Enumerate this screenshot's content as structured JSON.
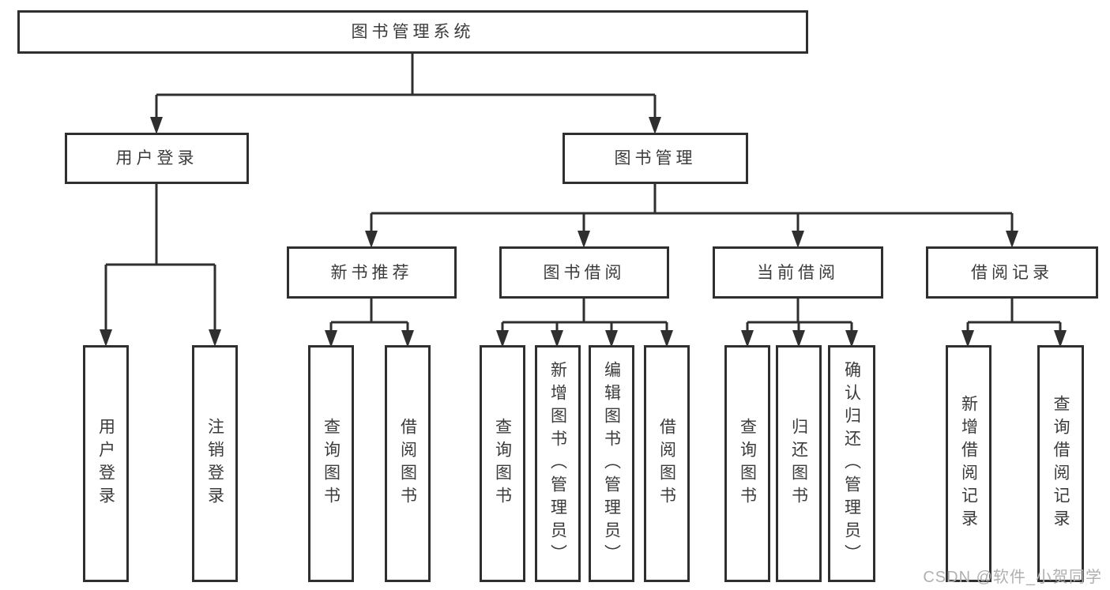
{
  "diagram": {
    "root": "图书管理系统",
    "branches": {
      "user_login": {
        "label": "用户登录",
        "children": {
          "login": "用户登录",
          "logout": "注销登录"
        }
      },
      "book_mgmt": {
        "label": "图书管理",
        "children": {
          "new_books": {
            "label": "新书推荐",
            "children": {
              "query": "查询图书",
              "borrow": "借阅图书"
            }
          },
          "book_borrow": {
            "label": "图书借阅",
            "children": {
              "query": "查询图书",
              "add_admin": "新增图书（管理员）",
              "edit_admin": "编辑图书（管理员）",
              "borrow": "借阅图书"
            }
          },
          "current_borrow": {
            "label": "当前借阅",
            "children": {
              "query": "查询图书",
              "return": "归还图书",
              "confirm_admin": "确认归还（管理员）"
            }
          },
          "borrow_records": {
            "label": "借阅记录",
            "children": {
              "add": "新增借阅记录",
              "query": "查询借阅记录"
            }
          }
        }
      }
    }
  },
  "colors": {
    "line": "#2f2f2f",
    "text": "#3b3b3b",
    "box_background": "#ffffff",
    "watermark": "#b0b0b0"
  },
  "watermark": "CSDN @软件_小贺同学"
}
